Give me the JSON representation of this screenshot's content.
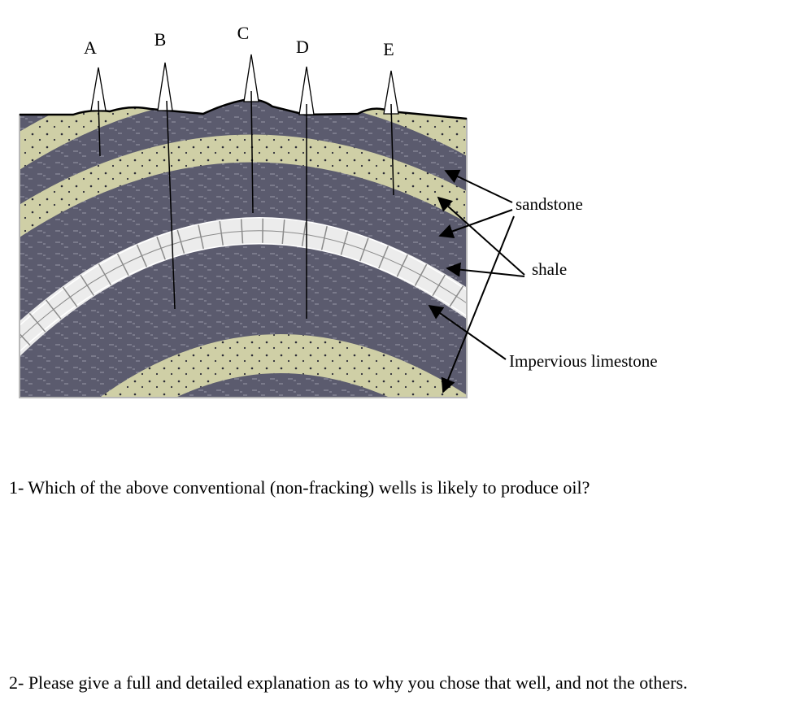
{
  "diagram": {
    "wells": [
      {
        "label": "A"
      },
      {
        "label": "B"
      },
      {
        "label": "C"
      },
      {
        "label": "D"
      },
      {
        "label": "E"
      }
    ],
    "legend": {
      "sandstone": "sandstone",
      "shale": "shale",
      "limestone": "Impervious limestone"
    },
    "colors": {
      "shale": "#5b5b6e",
      "sandstone": "#cfcfa6",
      "limestone": "#ececec",
      "outline": "#000000"
    }
  },
  "questions": [
    {
      "text": "1- Which of the above conventional (non-fracking) wells is likely to produce oil?"
    },
    {
      "text": "2- Please give a full and detailed explanation as to why you chose that well, and not the others."
    }
  ]
}
